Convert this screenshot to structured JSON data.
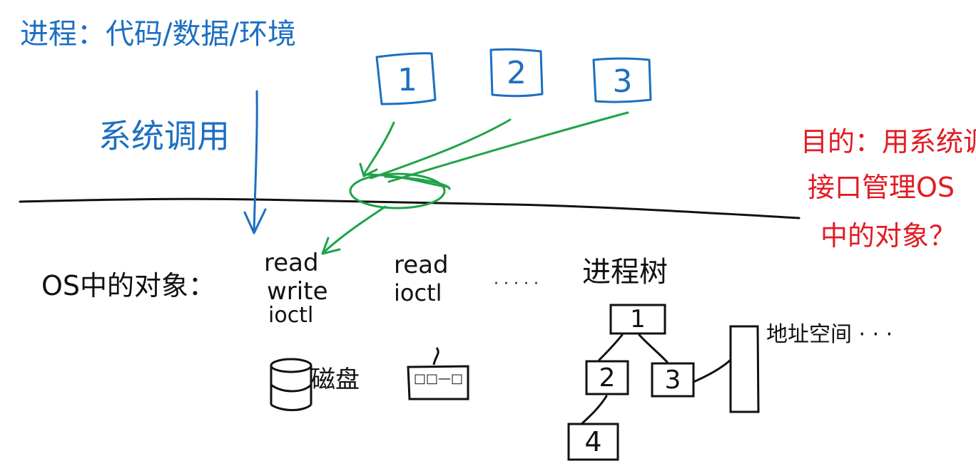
{
  "colors": {
    "blue": "#1c6fc2",
    "green": "#1fa34a",
    "red": "#e31b23",
    "black": "#111111"
  },
  "notes": {
    "top_left": "进程：代码/数据/环境",
    "syscall": "系统调用",
    "red_question": [
      "目的：用系统调用",
      "接口管理OS",
      "中的对象？"
    ]
  },
  "user_processes": [
    "1",
    "2",
    "3"
  ],
  "kernel": {
    "os_objects_label": "OS中的对象：",
    "interface_group_1": [
      "read",
      "write",
      "ioctl"
    ],
    "interface_group_2": [
      "read",
      "ioctl"
    ],
    "ellipsis": "· · · · ·",
    "process_tree_label": "进程树",
    "tree_nodes": [
      "1",
      "2",
      "3",
      "4"
    ],
    "disk_label": "磁盘",
    "device_label": "□□—□",
    "memory_label": "地址空间 · · ·"
  }
}
